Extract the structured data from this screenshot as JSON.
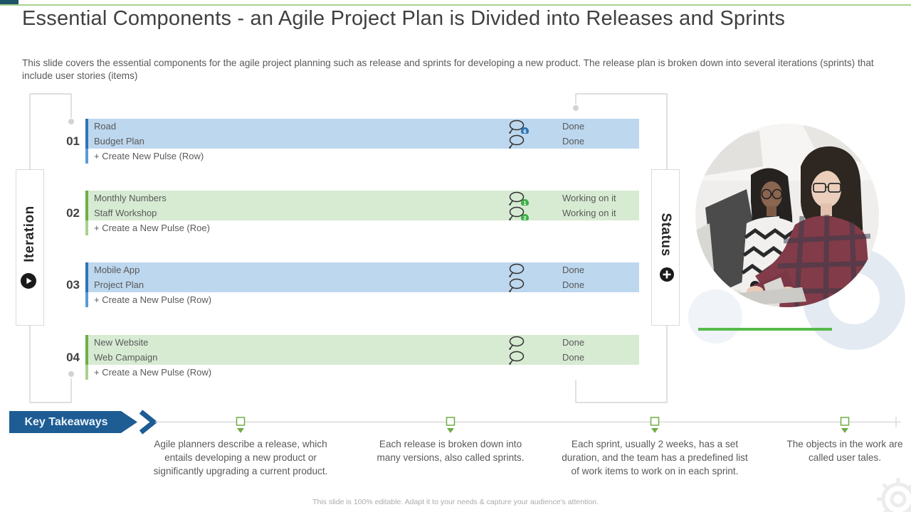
{
  "slide": {
    "title": "Essential Components - an Agile Project Plan is Divided into Releases and Sprints",
    "subtitle": "This slide covers the essential components for the agile project planning such as release and sprints for developing a new product. The release plan is broken down into several iterations (sprints) that include user stories (items)",
    "footer": "This slide is 100% editable. Adapt it to your needs & capture your audience's attention."
  },
  "board": {
    "left_axis_label": "Iteration",
    "right_axis_label": "Status",
    "groups": [
      {
        "number": "01",
        "theme": "blue",
        "tasks": [
          {
            "name": "Road",
            "status": "Done",
            "badge": "6"
          },
          {
            "name": "Budget Plan",
            "status": "Done",
            "badge": ""
          }
        ],
        "create_label": "+ Create  New Pulse (Row)"
      },
      {
        "number": "02",
        "theme": "green",
        "tasks": [
          {
            "name": "Monthly Numbers",
            "status": "Working on it",
            "badge": "1"
          },
          {
            "name": "Staff Workshop",
            "status": "Working on it",
            "badge": "2"
          }
        ],
        "create_label": "+ Create  a New Pulse (Roe)"
      },
      {
        "number": "03",
        "theme": "blue",
        "tasks": [
          {
            "name": "Mobile App",
            "status": "Done",
            "badge": ""
          },
          {
            "name": "Project Plan",
            "status": "Done",
            "badge": ""
          }
        ],
        "create_label": "+ Create  a New Pulse (Row)"
      },
      {
        "number": "04",
        "theme": "green",
        "tasks": [
          {
            "name": "New Website",
            "status": "Done",
            "badge": ""
          },
          {
            "name": "Web Campaign",
            "status": "Done",
            "badge": ""
          }
        ],
        "create_label": "+ Create  a New Pulse (Row)"
      }
    ]
  },
  "key_takeaways": {
    "label": "Key Takeaways",
    "items": [
      {
        "text": "Agile planners describe a release, which entails developing a new product or significantly upgrading a current product."
      },
      {
        "text": "Each release is broken down into many versions, also called sprints."
      },
      {
        "text": "Each sprint, usually 2 weeks, has a set duration, and the team has a predefined list of work items to work on in each sprint."
      },
      {
        "text": "The objects in the work are called user tales."
      }
    ]
  },
  "icons": {
    "iteration_marker": "play-circle",
    "status_marker": "plus-circle",
    "task_comment": "speech-bubble",
    "watermark": "gear"
  },
  "colors": {
    "top_line": "#A9D18E",
    "corner_block": "#1F5368",
    "title_text": "#404040",
    "body_text": "#595959",
    "label_text": "#262626",
    "row_blue_bg": "#BDD7EE",
    "row_blue_bar": "#2E75B6",
    "row_blue_bar_light": "#5B9BD5",
    "row_green_bg": "#D7EBD3",
    "row_green_bar": "#70AD47",
    "row_green_bar_light": "#A9D18E",
    "badge_blue": "#2E75B6",
    "badge_green": "#3FAE49",
    "banner_blue": "#1E5C94",
    "banner_text": "#EAF3FA",
    "timeline_gray": "#D9D9D9",
    "marker_green": "#70AD47",
    "underline_green": "#55BB4A",
    "bracket_gray": "#CCCCCC",
    "dot_gray": "#D3D3D3",
    "donut_blue": "#E3EAF2",
    "footer_text": "#ABABAB"
  }
}
